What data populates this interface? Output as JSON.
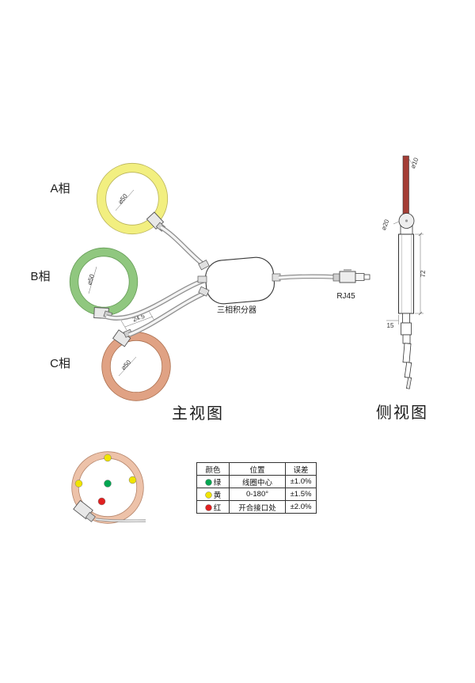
{
  "main_view": {
    "title": "主视图",
    "device_label": "三相积分器",
    "connector_label": "RJ45",
    "clasp_dim": "24.5",
    "phases": [
      {
        "label": "A相",
        "dim": "⌀50",
        "ring_color": "#f2ef80",
        "edge_color": "#b9b35a"
      },
      {
        "label": "B相",
        "dim": "⌀50",
        "ring_color": "#90c77f",
        "edge_color": "#639b54"
      },
      {
        "label": "C相",
        "dim": "⌀50",
        "ring_color": "#e0a284",
        "edge_color": "#ab6f4e"
      }
    ]
  },
  "side_view": {
    "title": "侧视图",
    "top_dim": "⌀10",
    "roller_dim": "⌀20",
    "body_dim": "72",
    "bottom_dim": "15",
    "bar_color": "#a43e36"
  },
  "detail": {
    "ring_color": "#edc2a9",
    "edge_color": "#b5856b",
    "dot_green": "#00a651",
    "dot_yellow": "#f0e400",
    "dot_red": "#e02020"
  },
  "table": {
    "headers": [
      "颜色",
      "位置",
      "误差"
    ],
    "rows": [
      {
        "name": "绿",
        "dot": "#00a651",
        "position": "线圈中心",
        "tolerance": "±1.0%"
      },
      {
        "name": "黄",
        "dot": "#f0e400",
        "position": "0-180°",
        "tolerance": "±1.5%"
      },
      {
        "name": "红",
        "dot": "#e02020",
        "position": "开合接口处",
        "tolerance": "±2.0%"
      }
    ]
  }
}
